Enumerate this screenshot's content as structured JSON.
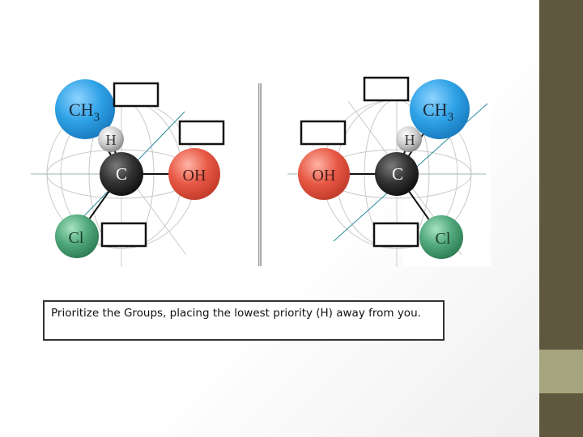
{
  "caption": "Prioritize the Groups, placing the lowest priority (H) away from you.",
  "colors": {
    "side_bar_dark": "#5f583f",
    "side_bar_accent": "#a6a47c",
    "methyl": "#2fa2e6",
    "hydrogen": "#cfcfcf",
    "carbon": "#2e2e2e",
    "hydroxyl": "#e75844",
    "chlorine": "#4fa77a"
  },
  "left_molecule": {
    "methyl": "CH",
    "methyl_sub": "3",
    "hydrogen": "H",
    "carbon": "C",
    "hydroxyl": "OH",
    "chlorine": "Cl"
  },
  "right_molecule": {
    "methyl": "CH",
    "methyl_sub": "3",
    "hydrogen": "H",
    "carbon": "C",
    "hydroxyl": "OH",
    "chlorine": "Cl"
  }
}
